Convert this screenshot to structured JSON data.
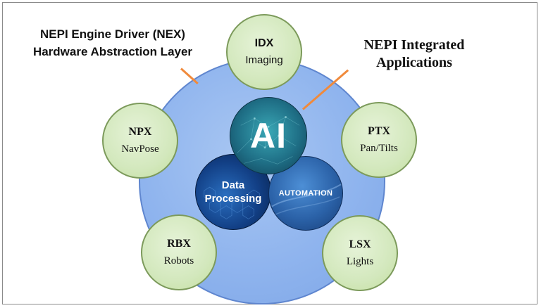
{
  "callouts": {
    "nex_line1": "NEPI Engine Driver (NEX)",
    "nex_line2": "Hardware Abstraction Layer",
    "apps_line1": "NEPI Integrated",
    "apps_line2": "Applications"
  },
  "nodes": {
    "idx": {
      "code": "IDX",
      "name": "Imaging"
    },
    "npx": {
      "code": "NPX",
      "name": "NavPose"
    },
    "ptx": {
      "code": "PTX",
      "name": "Pan/Tilts"
    },
    "rbx": {
      "code": "RBX",
      "name": "Robots"
    },
    "lsx": {
      "code": "LSX",
      "name": "Lights"
    }
  },
  "core": {
    "ai": "AI",
    "data_processing_line1": "Data",
    "data_processing_line2": "Processing",
    "automation": "AUTOMATION"
  },
  "colors": {
    "disc": "#8fb4ee",
    "node": "#d3e8bd",
    "leader": "#f08a3c"
  }
}
